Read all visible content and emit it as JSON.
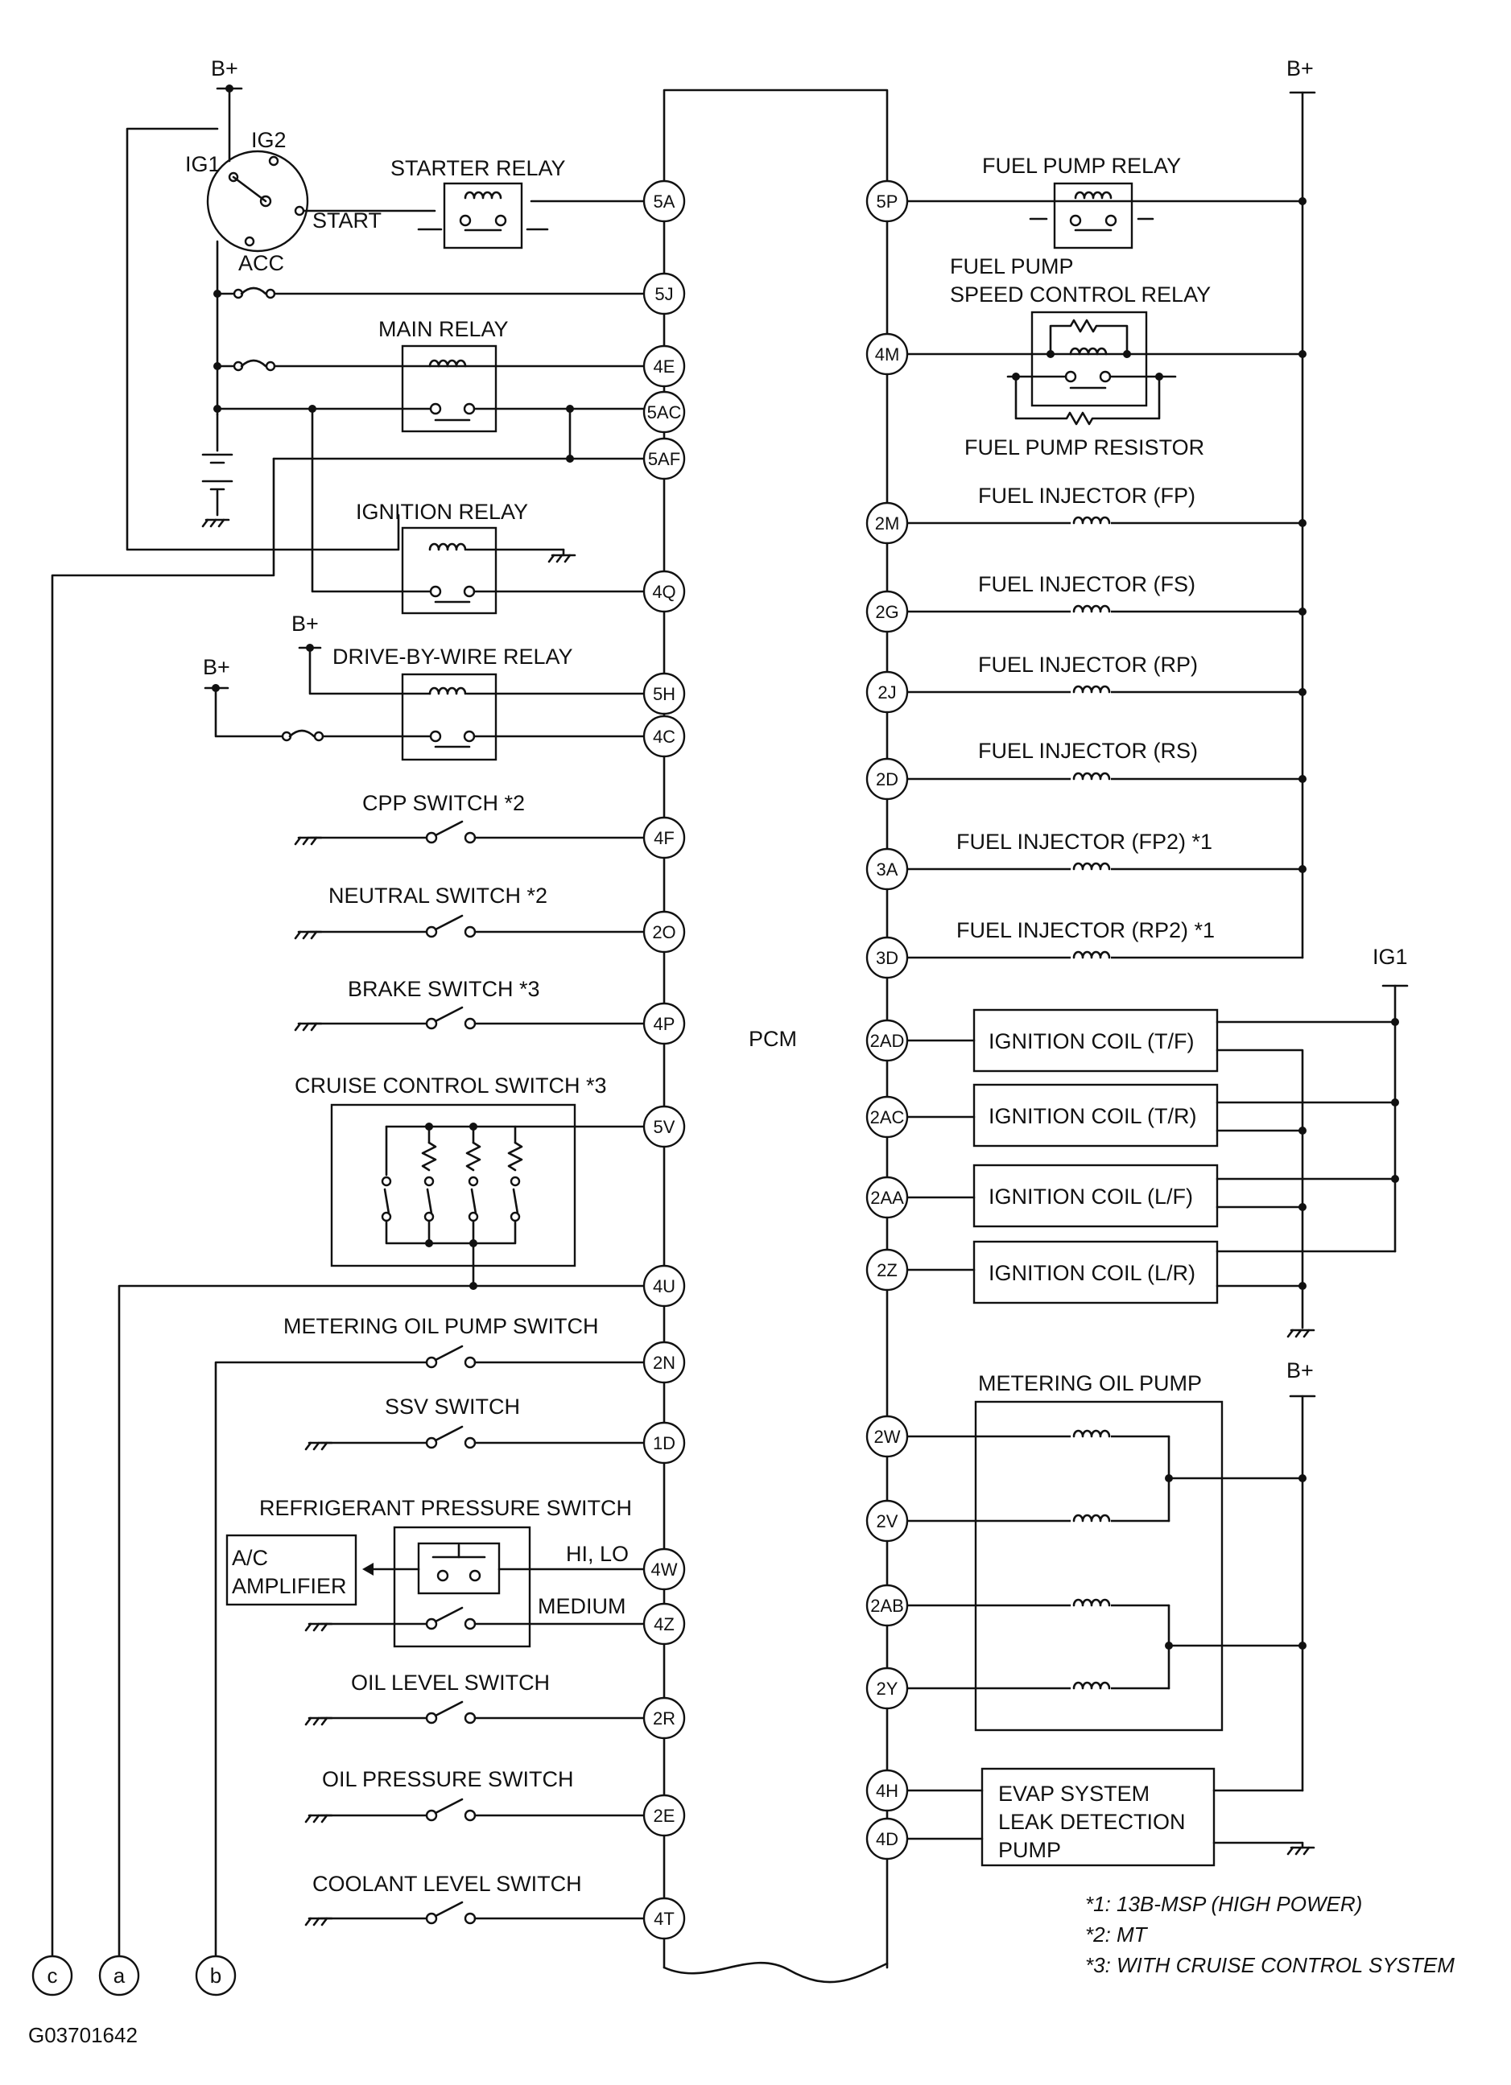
{
  "pcm_label": "PCM",
  "figure_id": "G03701642",
  "power": {
    "b_plus": "B+",
    "ig1": "IG1"
  },
  "ignition_switch": {
    "ig1": "IG1",
    "ig2": "IG2",
    "start": "START",
    "acc": "ACC"
  },
  "left_components": {
    "starter_relay": "STARTER RELAY",
    "main_relay": "MAIN RELAY",
    "ignition_relay": "IGNITION RELAY",
    "dbw_relay": "DRIVE-BY-WIRE RELAY",
    "cpp_switch": "CPP SWITCH *2",
    "neutral_switch": "NEUTRAL SWITCH *2",
    "brake_switch": "BRAKE SWITCH *3",
    "cruise_switch": "CRUISE CONTROL SWITCH *3",
    "metering_switch": "METERING OIL PUMP SWITCH",
    "ssv_switch": "SSV SWITCH",
    "refrigerant_switch": "REFRIGERANT PRESSURE SWITCH",
    "ac_amp_1": "A/C",
    "ac_amp_2": "AMPLIFIER",
    "hi_lo": "HI, LO",
    "medium": "MEDIUM",
    "oil_level": "OIL LEVEL SWITCH",
    "oil_pressure": "OIL PRESSURE SWITCH",
    "coolant_level": "COOLANT LEVEL SWITCH"
  },
  "right_components": {
    "fuel_pump_relay": "FUEL PUMP RELAY",
    "fp_speed_1": "FUEL PUMP",
    "fp_speed_2": "SPEED CONTROL RELAY",
    "fp_resistor": "FUEL PUMP RESISTOR",
    "inj_fp": "FUEL INJECTOR (FP)",
    "inj_fs": "FUEL INJECTOR (FS)",
    "inj_rp": "FUEL INJECTOR (RP)",
    "inj_rs": "FUEL INJECTOR (RS)",
    "inj_fp2": "FUEL INJECTOR (FP2) *1",
    "inj_rp2": "FUEL INJECTOR (RP2) *1",
    "coil_tf": "IGNITION COIL (T/F)",
    "coil_tr": "IGNITION COIL (T/R)",
    "coil_lf": "IGNITION COIL (L/F)",
    "coil_lr": "IGNITION COIL (L/R)",
    "metering_pump": "METERING OIL PUMP",
    "evap_1": "EVAP SYSTEM",
    "evap_2": "LEAK DETECTION",
    "evap_3": "PUMP"
  },
  "pins_left": {
    "p5A": "5A",
    "p5J": "5J",
    "p4E": "4E",
    "p5AC": "5AC",
    "p5AF": "5AF",
    "p4Q": "4Q",
    "p5H": "5H",
    "p4C": "4C",
    "p4F": "4F",
    "p2O": "2O",
    "p4P": "4P",
    "p5V": "5V",
    "p4U": "4U",
    "p2N": "2N",
    "p1D": "1D",
    "p4W": "4W",
    "p4Z": "4Z",
    "p2R": "2R",
    "p2E": "2E",
    "p4T": "4T"
  },
  "pins_right": {
    "p5P": "5P",
    "p4M": "4M",
    "p2M": "2M",
    "p2G": "2G",
    "p2J": "2J",
    "p2D": "2D",
    "p3A": "3A",
    "p3D": "3D",
    "p2AD": "2AD",
    "p2AC": "2AC",
    "p2AA": "2AA",
    "p2Z": "2Z",
    "p2W": "2W",
    "p2V": "2V",
    "p2AB": "2AB",
    "p2Y": "2Y",
    "p4H": "4H",
    "p4D": "4D"
  },
  "connectors": {
    "c": "c",
    "a": "a",
    "b": "b"
  },
  "notes": {
    "n1": "*1: 13B-MSP (HIGH POWER)",
    "n2": "*2: MT",
    "n3": "*3: WITH CRUISE CONTROL SYSTEM"
  }
}
